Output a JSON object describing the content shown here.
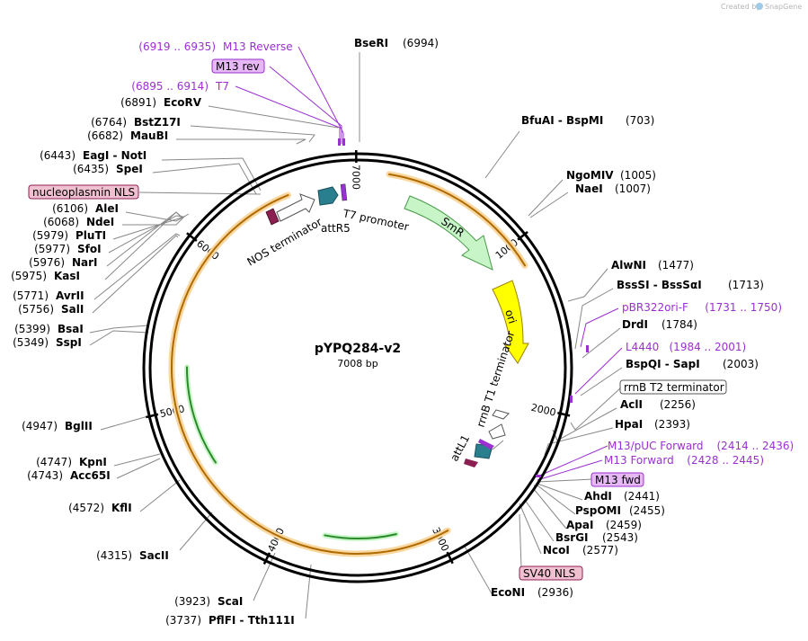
{
  "credit": {
    "created_by": "Created by",
    "brand": "SnapGene"
  },
  "plasmid": {
    "name": "pYPQ284-v2",
    "length_label": "7008 bp",
    "length": 7008
  },
  "ticks": [
    "1000",
    "2000",
    "3000",
    "4000",
    "5000",
    "6000",
    "7000"
  ],
  "colors": {
    "backbone": "#000000",
    "orf_orange": "#f0a020",
    "ori_yellow": "#ffff00",
    "smr_green": "#c8f5c8",
    "attl_teal": "#2a7f8f",
    "terminator": "#ffffff",
    "nls_pink": "#e8b0c8",
    "primer_purple": "#9b30d0"
  },
  "features": [
    {
      "label": "T7 promoter",
      "kind": "promoter"
    },
    {
      "label": "attR5",
      "kind": "att"
    },
    {
      "label": "NOS terminator",
      "kind": "terminator"
    },
    {
      "label": "SmR",
      "kind": "cds"
    },
    {
      "label": "ori",
      "kind": "origin"
    },
    {
      "label": "rrnB T1 terminator",
      "kind": "terminator"
    },
    {
      "label": "attL1",
      "kind": "att"
    }
  ],
  "site_labels": [
    {
      "pos": "(6994)",
      "name": "BseRI"
    },
    {
      "pos": "(703)",
      "name": "BfuAI - BspMI"
    },
    {
      "pos": "(1005)",
      "name": "NgoMIV"
    },
    {
      "pos": "(1007)",
      "name": "NaeI"
    },
    {
      "pos": "(1477)",
      "name": "AlwNI"
    },
    {
      "pos": "(1713)",
      "name": "BssSI - BssSαI"
    },
    {
      "pos": "(1784)",
      "name": "DrdI"
    },
    {
      "pos": "(2003)",
      "name": "BspQI - SapI"
    },
    {
      "pos": "(2256)",
      "name": "AclI"
    },
    {
      "pos": "(2393)",
      "name": "HpaI"
    },
    {
      "pos": "(2441)",
      "name": "AhdI"
    },
    {
      "pos": "(2455)",
      "name": "PspOMI"
    },
    {
      "pos": "(2459)",
      "name": "ApaI"
    },
    {
      "pos": "(2543)",
      "name": "BsrGI"
    },
    {
      "pos": "(2577)",
      "name": "NcoI"
    },
    {
      "pos": "(2936)",
      "name": "EcoNI"
    },
    {
      "pos": "(3737)",
      "name": "PflFI - Tth111I"
    },
    {
      "pos": "(3923)",
      "name": "ScaI"
    },
    {
      "pos": "(4315)",
      "name": "SacII"
    },
    {
      "pos": "(4572)",
      "name": "KflI"
    },
    {
      "pos": "(4743)",
      "name": "Acc65I"
    },
    {
      "pos": "(4747)",
      "name": "KpnI"
    },
    {
      "pos": "(4947)",
      "name": "BglII"
    },
    {
      "pos": "(5349)",
      "name": "SspI"
    },
    {
      "pos": "(5399)",
      "name": "BsaI"
    },
    {
      "pos": "(5756)",
      "name": "SalI"
    },
    {
      "pos": "(5771)",
      "name": "AvrII"
    },
    {
      "pos": "(5975)",
      "name": "KasI"
    },
    {
      "pos": "(5976)",
      "name": "NarI"
    },
    {
      "pos": "(5977)",
      "name": "SfoI"
    },
    {
      "pos": "(5979)",
      "name": "PluTI"
    },
    {
      "pos": "(6068)",
      "name": "NdeI"
    },
    {
      "pos": "(6106)",
      "name": "AleI"
    },
    {
      "pos": "(6435)",
      "name": "SpeI"
    },
    {
      "pos": "(6443)",
      "name": "EagI - NotI"
    },
    {
      "pos": "(6682)",
      "name": "MauBI"
    },
    {
      "pos": "(6764)",
      "name": "BstZ17I"
    },
    {
      "pos": "(6891)",
      "name": "EcoRV"
    }
  ],
  "primer_labels": [
    {
      "range": "(6919 .. 6935)",
      "name": "M13 Reverse"
    },
    {
      "range": "(6895 .. 6914)",
      "name": "T7"
    },
    {
      "range": "(1731 .. 1750)",
      "name": "pBR322ori-F"
    },
    {
      "range": "(1984 .. 2001)",
      "name": "L4440"
    },
    {
      "range": "(2414 .. 2436)",
      "name": "M13/pUC Forward"
    },
    {
      "range": "(2428 .. 2445)",
      "name": "M13 Forward"
    }
  ],
  "boxed_labels": [
    {
      "name": "M13 rev"
    },
    {
      "name": "nucleoplasmin NLS"
    },
    {
      "name": "rrnB T2 terminator"
    },
    {
      "name": "M13 fwd"
    },
    {
      "name": "SV40 NLS"
    }
  ]
}
